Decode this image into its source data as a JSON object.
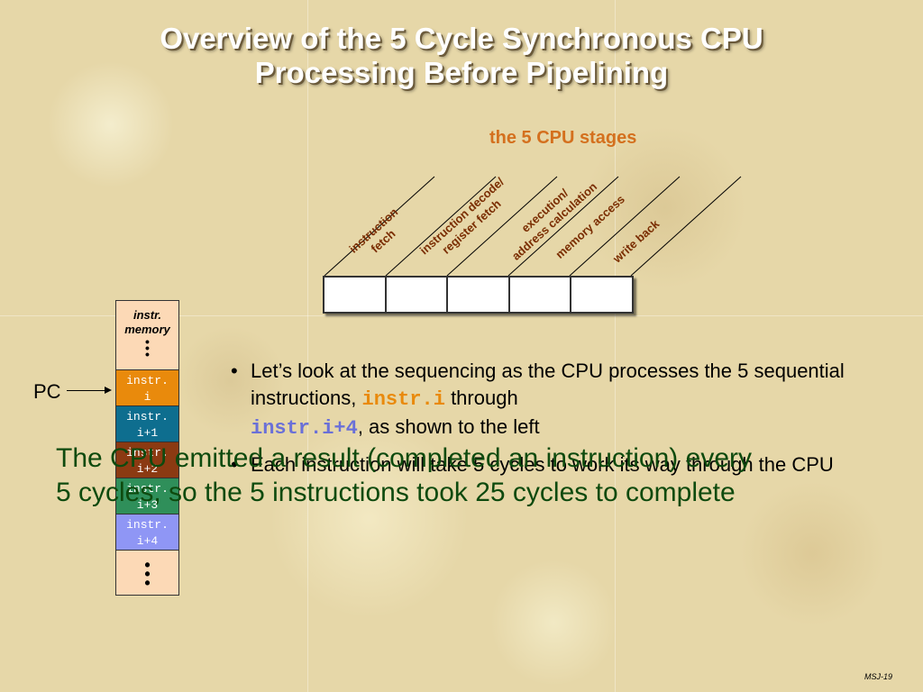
{
  "slide": {
    "title_line1": "Overview of the 5 Cycle Synchronous CPU",
    "title_line2": "Processing Before Pipelining",
    "stages_caption": "the 5 CPU stages",
    "footer": "MSJ-19"
  },
  "stages": [
    {
      "line1": "instruction",
      "line2": "fetch"
    },
    {
      "line1": "instruction decode/",
      "line2": "register fetch"
    },
    {
      "line1": "execution/",
      "line2": "address calculation"
    },
    {
      "line1": "memory access",
      "line2": ""
    },
    {
      "line1": "write back",
      "line2": ""
    }
  ],
  "memory": {
    "header_line1": "instr.",
    "header_line2": "memory",
    "instructions": [
      {
        "line1": "instr.",
        "line2": "i",
        "color": "#e98a0c"
      },
      {
        "line1": "instr.",
        "line2": "i+1",
        "color": "#0e6e8f"
      },
      {
        "line1": "instr.",
        "line2": "i+2",
        "color": "#8b3a12"
      },
      {
        "line1": "instr.",
        "line2": "i+3",
        "color": "#2f8f5a"
      },
      {
        "line1": "instr.",
        "line2": "i+4",
        "color": "#8f96f5"
      }
    ]
  },
  "pc_label": "PC",
  "bullets": {
    "b1_text1": "Let’s look at the sequencing as the CPU processes the 5 sequential instructions,",
    "b1_code1": "instr.i",
    "b1_text2": "through",
    "b1_code2": "instr.i+4",
    "b1_text3": ", as shown to the left",
    "b2_text": "Each instruction will take 5 cycles to work its way through the CPU",
    "bullet_char": "•"
  },
  "overlay": {
    "line1": "The CPU emitted a result (completed an instruction) every",
    "line2": "5 cycles, so the 5 instructions took 25 cycles to complete"
  },
  "colors": {
    "code1": "#e98a0c",
    "code2": "#6a70d8"
  }
}
